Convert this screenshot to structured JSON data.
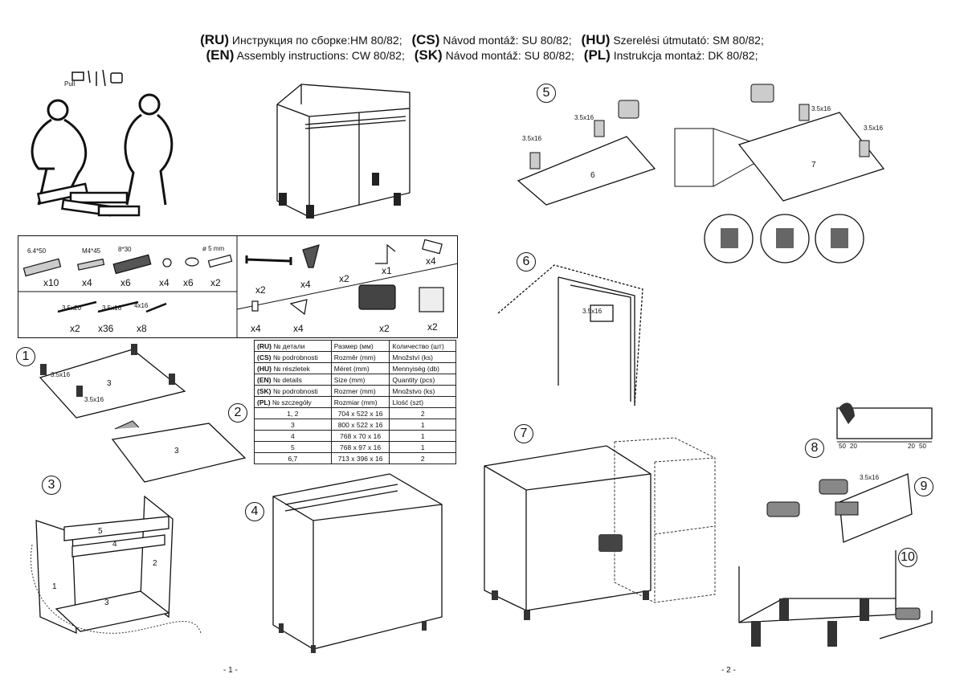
{
  "header": {
    "row1": [
      {
        "code": "(RU)",
        "text": "Инструкция по сборке:HM 80/82;"
      },
      {
        "code": "(CS)",
        "text": "Návod montáž: SU 80/82;"
      },
      {
        "code": "(HU)",
        "text": "Szerelési útmutató: SM 80/82;"
      }
    ],
    "row2": [
      {
        "code": "(EN)",
        "text": "Assembly instructions: CW 80/82;"
      },
      {
        "code": "(SK)",
        "text": "Návod montáž: SU 80/82;"
      },
      {
        "code": "(PL)",
        "text": "Instrukcja montaż: DK 80/82;"
      }
    ]
  },
  "hardware": {
    "fasteners": [
      {
        "name": "6.4*50",
        "count": "x10"
      },
      {
        "name": "M4*45",
        "count": "x4"
      },
      {
        "name": "8*30",
        "count": "x6"
      },
      {
        "name": "",
        "count": "x4"
      },
      {
        "name": "",
        "count": "x6"
      },
      {
        "name": "ø 5 mm",
        "count": "x2"
      }
    ],
    "screws": [
      {
        "name": "3.5x20",
        "count": "x2"
      },
      {
        "name": "3.5x16",
        "count": "x36"
      },
      {
        "name": "4x16",
        "count": "x8"
      }
    ],
    "fittings_top": [
      {
        "count": "x2"
      },
      {
        "count": "x4"
      },
      {
        "count": "x2"
      },
      {
        "count": "x1"
      },
      {
        "count": "x4"
      }
    ],
    "fittings_bottom": [
      {
        "count": "x4"
      },
      {
        "count": "x4"
      },
      {
        "count": "x2"
      },
      {
        "count": "x2"
      }
    ]
  },
  "parts_table": {
    "headers": [
      {
        "code": "(RU)",
        "detail": "№ детали",
        "size": "Размер  (мм)",
        "qty": "Количество (шт)"
      },
      {
        "code": "(CS)",
        "detail": "№ podrobnosti",
        "size": "Rozměr (mm)",
        "qty": "Množství (ks)"
      },
      {
        "code": "(HU)",
        "detail": "№ részletek",
        "size": "Méret (mm)",
        "qty": "Mennyiség (db)"
      },
      {
        "code": "(EN)",
        "detail": "№ details",
        "size": "Size (mm)",
        "qty": "Quantity  (pcs)"
      },
      {
        "code": "(SK)",
        "detail": "№ podrobnosti",
        "size": "Rozmer (mm)",
        "qty": "Množstvo (ks)"
      },
      {
        "code": "(PL)",
        "detail": "№ szczegóły",
        "size": "Rozmiar (mm)",
        "qty": "Llość (szt)"
      }
    ],
    "rows": [
      {
        "part": "1, 2",
        "size": "704 x 522 x 16",
        "qty": "2"
      },
      {
        "part": "3",
        "size": "800 x 522 x 16",
        "qty": "1"
      },
      {
        "part": "4",
        "size": "768 x 70 x 16",
        "qty": "1"
      },
      {
        "part": "5",
        "size": "768 x 97 x 16",
        "qty": "1"
      },
      {
        "part": "6,7",
        "size": "713 x 396 x 16",
        "qty": "2"
      }
    ]
  },
  "steps": {
    "s1": "1",
    "s2": "2",
    "s3": "3",
    "s4": "4",
    "s5": "5",
    "s6": "6",
    "s7": "7",
    "s8": "8",
    "s9": "9",
    "s10": "10"
  },
  "labels": {
    "screw_3_5x16": "3.5x16",
    "part1": "1",
    "part2": "2",
    "part3": "3",
    "part4": "4",
    "part5": "5",
    "part6": "6",
    "part7": "7",
    "dim_50": "50",
    "dim_20": "20",
    "tool_pull": "Pull"
  },
  "footer": {
    "page1": "- 1 -",
    "page2": "- 2 -"
  }
}
